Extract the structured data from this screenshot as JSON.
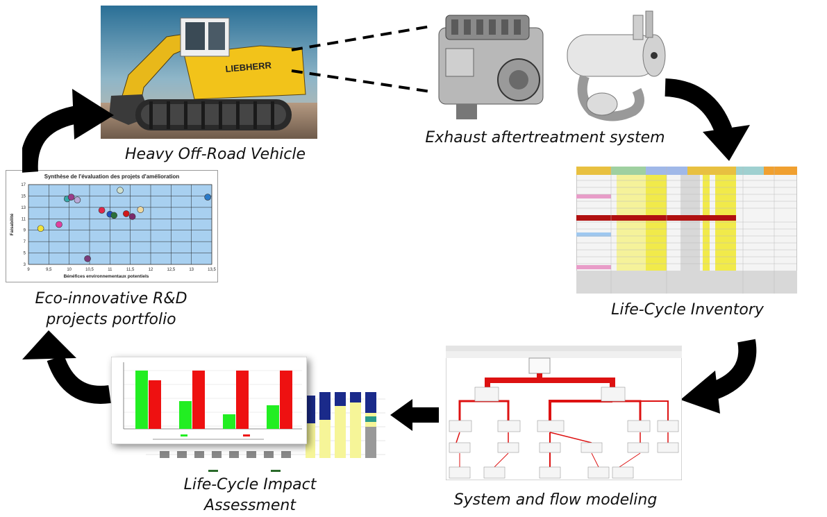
{
  "labels": {
    "vehicle": "Heavy Off-Road Vehicle",
    "exhaust": "Exhaust aftertreatment system",
    "lci": "Life-Cycle Inventory",
    "flow": "System and flow modeling",
    "lcia_line1": "Life-Cycle Impact",
    "lcia_line2": "Assessment",
    "portfolio_line1": "Eco-innovative R&D",
    "portfolio_line2": "projects portfolio"
  },
  "portfolio_chart": {
    "title": "Synthèse de l'évaluation des projets d'amélioration",
    "xlabel": "Bénéfices environnementaux potentiels",
    "ylabel": "Faisabilité",
    "xticks": [
      "9",
      "9,5",
      "10",
      "10,5",
      "11",
      "11,5",
      "12",
      "12,5",
      "13",
      "13,5"
    ],
    "yticks": [
      "3",
      "5",
      "7",
      "9",
      "11",
      "13",
      "15",
      "17"
    ]
  },
  "chart_data": {
    "type": "scatter",
    "title": "Synthèse de l'évaluation des projets d'amélioration",
    "xlabel": "Bénéfices environnementaux potentiels",
    "ylabel": "Faisabilité",
    "xlim": [
      9,
      13.5
    ],
    "ylim": [
      3,
      17
    ],
    "grid": true,
    "points": [
      {
        "x": 9.3,
        "y": 9.3,
        "color": "#f2e33a"
      },
      {
        "x": 9.75,
        "y": 10.0,
        "color": "#e040a0"
      },
      {
        "x": 9.95,
        "y": 14.5,
        "color": "#37a6a6"
      },
      {
        "x": 10.05,
        "y": 14.8,
        "color": "#9a3c8a"
      },
      {
        "x": 10.2,
        "y": 14.3,
        "color": "#b9a8d8"
      },
      {
        "x": 10.45,
        "y": 4.0,
        "color": "#7b3c7b"
      },
      {
        "x": 10.8,
        "y": 12.5,
        "color": "#e0284a"
      },
      {
        "x": 11.0,
        "y": 11.8,
        "color": "#2050c0"
      },
      {
        "x": 11.1,
        "y": 11.6,
        "color": "#2a6f3a"
      },
      {
        "x": 11.25,
        "y": 16.0,
        "color": "#cfe0cf"
      },
      {
        "x": 11.4,
        "y": 11.9,
        "color": "#d01818"
      },
      {
        "x": 11.55,
        "y": 11.4,
        "color": "#7a2a6a"
      },
      {
        "x": 11.75,
        "y": 12.6,
        "color": "#eed8a0"
      },
      {
        "x": 13.4,
        "y": 14.8,
        "color": "#2a7ac8"
      }
    ]
  },
  "colors": {
    "arrow": "#000000",
    "flow_red": "#dd1111",
    "bar_green": "#22ee22",
    "bar_red": "#ee1111",
    "chart_bg": "#a8d0f0"
  }
}
